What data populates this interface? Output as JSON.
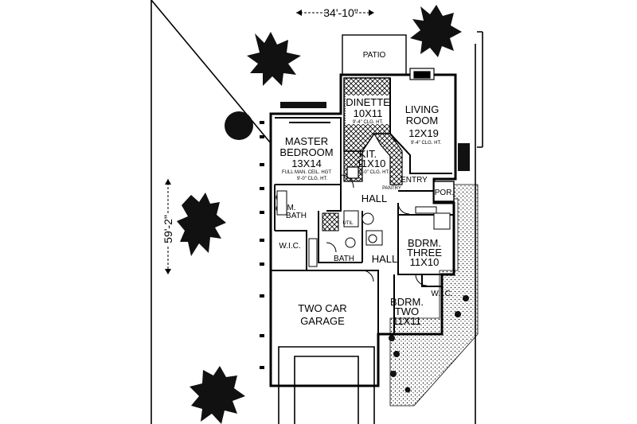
{
  "dimensions": {
    "width": "34'-10\"",
    "depth": "59'-2\""
  },
  "rooms": {
    "patio": "PATIO",
    "dinette": {
      "name": "DINETTE",
      "size": "10X11",
      "note": "9'-4\" CLG. HT."
    },
    "living": {
      "name1": "LIVING",
      "name2": "ROOM",
      "size": "12X19",
      "note": "9'-4\" CLG. HT."
    },
    "master": {
      "name1": "MASTER",
      "name2": "BEDROOM",
      "size": "13X14",
      "note1": "FULL MAN. CEIL. HGT",
      "note2": "9'-0\" CLG. HT."
    },
    "kitchen": {
      "name": "KIT.",
      "size": "11X10",
      "note": "9'-0\" CLG. HT."
    },
    "entry": "ENTRY",
    "pantry": "PANTRY",
    "porch": "POR.",
    "hall_upper": "HALL",
    "mbath": {
      "name1": "M.",
      "name2": "BATH"
    },
    "util": "UTIL",
    "wic_master": "W.I.C.",
    "bath": "BATH",
    "hall_lower": "HALL",
    "bdrm3": {
      "name1": "BDRM.",
      "name2": "THREE",
      "size": "11X10"
    },
    "garage": {
      "name1": "TWO CAR",
      "name2": "GARAGE"
    },
    "bdrm2": {
      "name1": "BDRM.",
      "name2": "TWO",
      "size": "11X11"
    },
    "wic_bdrm2": "W.I.C."
  },
  "colors": {
    "ink": "#000000",
    "paper": "#ffffff",
    "shrub": "#111111"
  }
}
